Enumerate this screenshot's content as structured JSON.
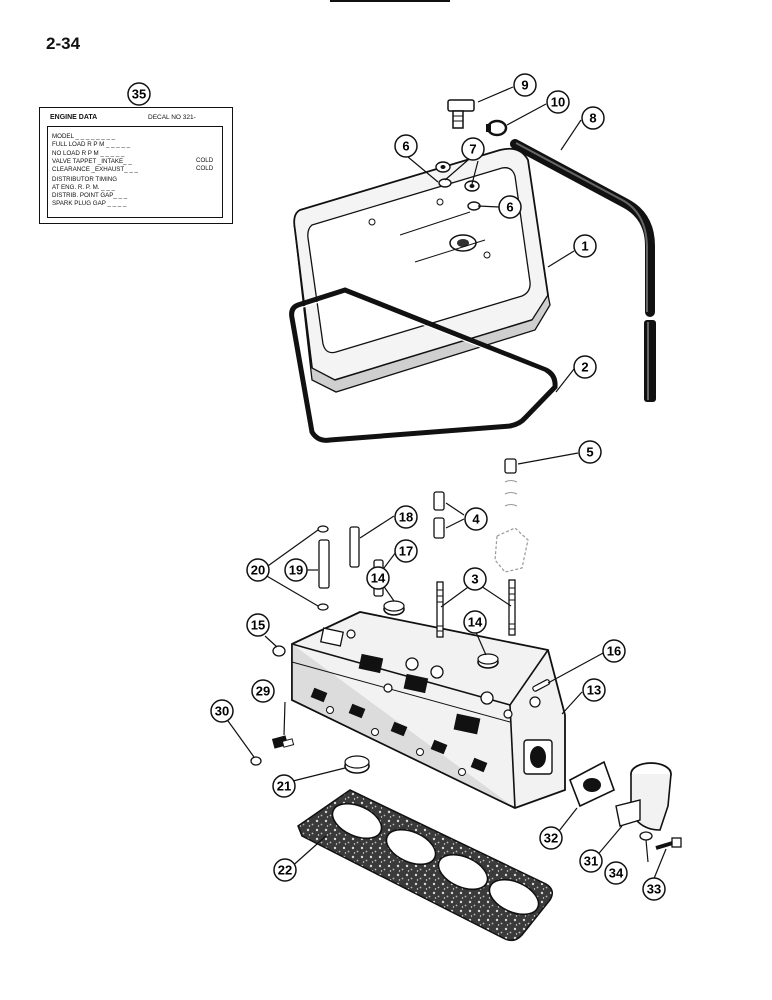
{
  "page": {
    "number": "2-34"
  },
  "decal": {
    "callout": "35",
    "title": "ENGINE DATA",
    "decal_no": "DECAL NO   321-",
    "lines": [
      "MODEL _ _ _ _ _ _ _ _",
      "FULL LOAD R P M _ _ _ _ _",
      "NO LOAD R P M _ _ _ _ _",
      "VALVE TAPPET _INTAKE_ _",
      "CLEARANCE _EXHAUST_ _ _",
      "DISTRIBUTOR TIMING",
      "AT      ENG. R. P. M. _ _ _",
      "DISTRIB. POINT GAP_ _ _",
      "SPARK PLUG GAP _ _ _ _"
    ],
    "notes": {
      "intake": "COLD",
      "exhaust": "COLD"
    }
  },
  "callouts": [
    "1",
    "2",
    "3",
    "4",
    "5",
    "6",
    "6",
    "7",
    "8",
    "9",
    "10",
    "13",
    "14",
    "14",
    "15",
    "16",
    "17",
    "18",
    "19",
    "20",
    "21",
    "22",
    "29",
    "30",
    "31",
    "32",
    "33",
    "34"
  ],
  "parts": {
    "rocker_cover": "rocker-cover",
    "gasket": "rocker-cover-gasket",
    "head": "cylinder-head",
    "head_gasket": "cylinder-head-gasket",
    "hose": "breather-hose",
    "elbow": "water-outlet-elbow"
  }
}
